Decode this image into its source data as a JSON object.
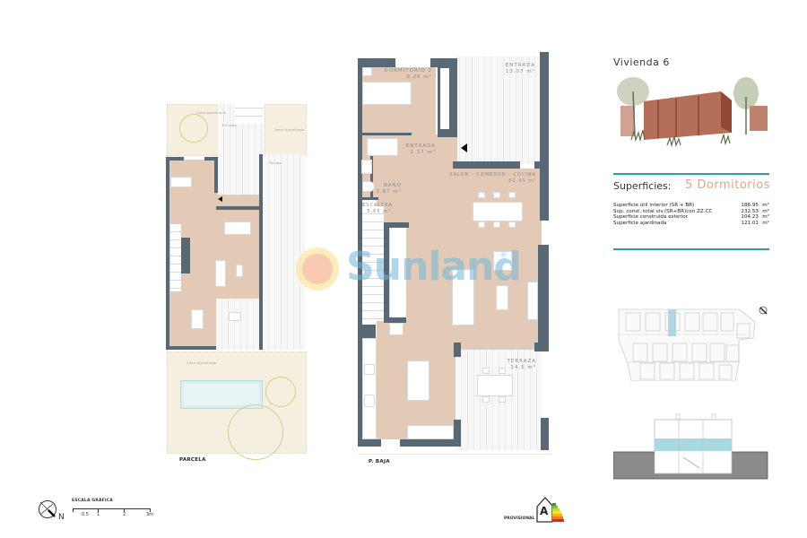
{
  "header": {
    "title": "Vivienda 6"
  },
  "surfaces": {
    "heading": "Superficies:",
    "bedrooms": "5 Dormitorios",
    "rows": [
      {
        "label": "Superficie útil interior (SR + BR)",
        "value": "186.95",
        "unit": "m²"
      },
      {
        "label": "Sup. const. total viv.(SR+BR)con ZZ.CC",
        "value": "232.53",
        "unit": "m²"
      },
      {
        "label": "Superficie construida exterior",
        "value": "104.23",
        "unit": "m²"
      },
      {
        "label": "Superficie ajardinada",
        "value": "121.01",
        "unit": "m²"
      }
    ]
  },
  "plans": {
    "parcela_caption": "PARCELA",
    "baja_caption": "P. BAJA",
    "parcela_labels": [
      "Zona Ajardinada",
      "Entrada",
      "Zona Ajardinada",
      "Terraza",
      "Zona Ajardinada"
    ],
    "rooms": {
      "dormitorio": {
        "name": "DORMITORIO 2",
        "area": "9.26 m²"
      },
      "entrada_ext": {
        "name": "ENTRADA",
        "area": "13.07 m²"
      },
      "entrada_int": {
        "name": "ENTRADA",
        "area": "2.37 m²"
      },
      "salon": {
        "name": "SALON - COMEDOR - COCINA",
        "area": "51.45 m²"
      },
      "bano": {
        "name": "BAÑO",
        "area": "3.87 m²"
      },
      "escalera": {
        "name": "ESCALERA",
        "area": "5.65 m²"
      },
      "terraza": {
        "name": "TERRAZA",
        "area": "14.5 m²"
      }
    }
  },
  "scale": {
    "title": "ESCALA GRÁFICA",
    "ticks": [
      "0.5",
      "1",
      "2",
      "3m"
    ],
    "north": "N"
  },
  "energy": {
    "label": "PROVISIONAL",
    "rating": "A",
    "colors": [
      "#2e9e3e",
      "#7cc242",
      "#c8dc2a",
      "#f6e61c",
      "#f7b21c",
      "#ee7d22",
      "#e4262a"
    ]
  },
  "watermark": {
    "text": "Sunland",
    "mark": "®"
  },
  "colors": {
    "accent_teal": "#2a9ea0",
    "bedroom_orange": "#e9a17e",
    "wall": "#586874",
    "floor": "#e3cab6"
  }
}
